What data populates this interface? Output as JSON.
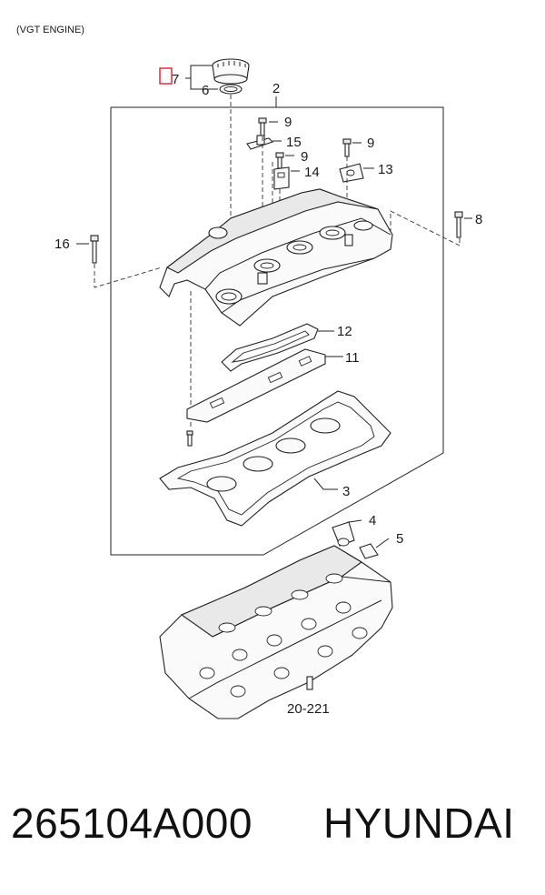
{
  "diagram": {
    "engine_note": "(VGT ENGINE)",
    "callouts": [
      {
        "id": "c2",
        "label": "2"
      },
      {
        "id": "c3",
        "label": "3"
      },
      {
        "id": "c4",
        "label": "4"
      },
      {
        "id": "c5",
        "label": "5"
      },
      {
        "id": "c6",
        "label": "6"
      },
      {
        "id": "c7",
        "label": "7"
      },
      {
        "id": "c8",
        "label": "8"
      },
      {
        "id": "c9a",
        "label": "9"
      },
      {
        "id": "c9b",
        "label": "9"
      },
      {
        "id": "c9c",
        "label": "9"
      },
      {
        "id": "c11",
        "label": "11"
      },
      {
        "id": "c12",
        "label": "12"
      },
      {
        "id": "c13",
        "label": "13"
      },
      {
        "id": "c14",
        "label": "14"
      },
      {
        "id": "c15",
        "label": "15"
      },
      {
        "id": "c16",
        "label": "16"
      }
    ],
    "reference": "20-221",
    "highlight_color": "#e0202a"
  },
  "footer": {
    "part_number": "265104A000",
    "brand": "HYUNDAI"
  }
}
